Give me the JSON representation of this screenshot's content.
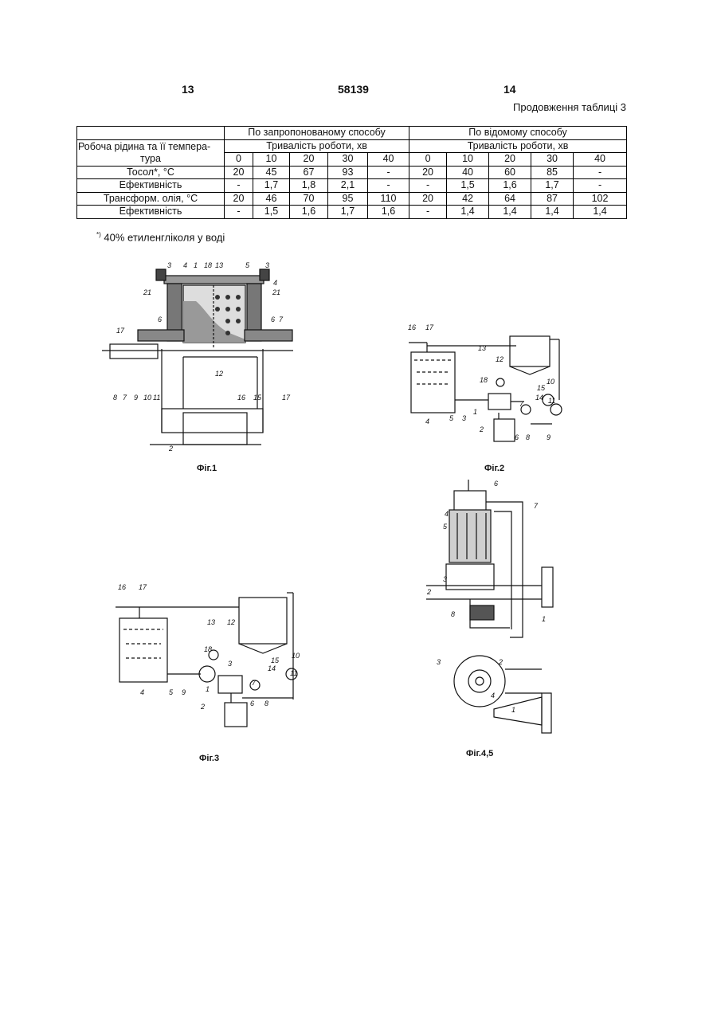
{
  "header": {
    "page_left": "13",
    "patent_number": "58139",
    "page_right": "14"
  },
  "table_continuation": "Продовження таблиці 3",
  "table": {
    "row_header": "Робоча рідина та її температура",
    "row_header_line1": "Робоча рідина та її темпера-",
    "row_header_line2": "тура",
    "group_proposed": "По запропонованому способу",
    "group_known": "По відомому способу",
    "duration_label": "Тривалість роботи, хв",
    "times": [
      "0",
      "10",
      "20",
      "30",
      "40"
    ],
    "rows": [
      {
        "label": "Тосол*, °С",
        "proposed": [
          "20",
          "45",
          "67",
          "93",
          "-"
        ],
        "known": [
          "20",
          "40",
          "60",
          "85",
          "-"
        ]
      },
      {
        "label": "Ефективність",
        "proposed": [
          "-",
          "1,7",
          "1,8",
          "2,1",
          "-"
        ],
        "known": [
          "-",
          "1,5",
          "1,6",
          "1,7",
          "-"
        ]
      },
      {
        "label": "Трансформ. олія, °С",
        "proposed": [
          "20",
          "46",
          "70",
          "95",
          "110"
        ],
        "known": [
          "20",
          "42",
          "64",
          "87",
          "102"
        ]
      },
      {
        "label": "Ефективність",
        "proposed": [
          "-",
          "1,5",
          "1,6",
          "1,7",
          "1,6"
        ],
        "known": [
          "-",
          "1,4",
          "1,4",
          "1,4",
          "1,4"
        ]
      }
    ]
  },
  "footnote": {
    "mark": "*)",
    "text": "40% етиленгліколя у воді"
  },
  "figures": {
    "fig1": {
      "caption": "Фіг.1",
      "labels": [
        "3",
        "4",
        "1",
        "18",
        "13",
        "5",
        "3",
        "4",
        "21",
        "21",
        "6",
        "6",
        "7",
        "17",
        "12",
        "8",
        "7",
        "9",
        "10",
        "11",
        "16",
        "15",
        "17",
        "2"
      ]
    },
    "fig2": {
      "caption": "Фіг.2",
      "labels": [
        "16",
        "17",
        "13",
        "12",
        "18",
        "15",
        "14",
        "10",
        "11",
        "4",
        "5",
        "3",
        "1",
        "7",
        "6",
        "8",
        "9",
        "2"
      ]
    },
    "fig3": {
      "caption": "Фіг.3",
      "labels": [
        "16",
        "17",
        "13",
        "12",
        "18",
        "3",
        "15",
        "14",
        "10",
        "11",
        "4",
        "5",
        "9",
        "1",
        "7",
        "6",
        "8",
        "2"
      ]
    },
    "fig45": {
      "caption": "Фіг.4,5",
      "labels": [
        "6",
        "7",
        "4",
        "5",
        "3",
        "2",
        "8",
        "1",
        "3",
        "2",
        "4",
        "1"
      ]
    }
  }
}
